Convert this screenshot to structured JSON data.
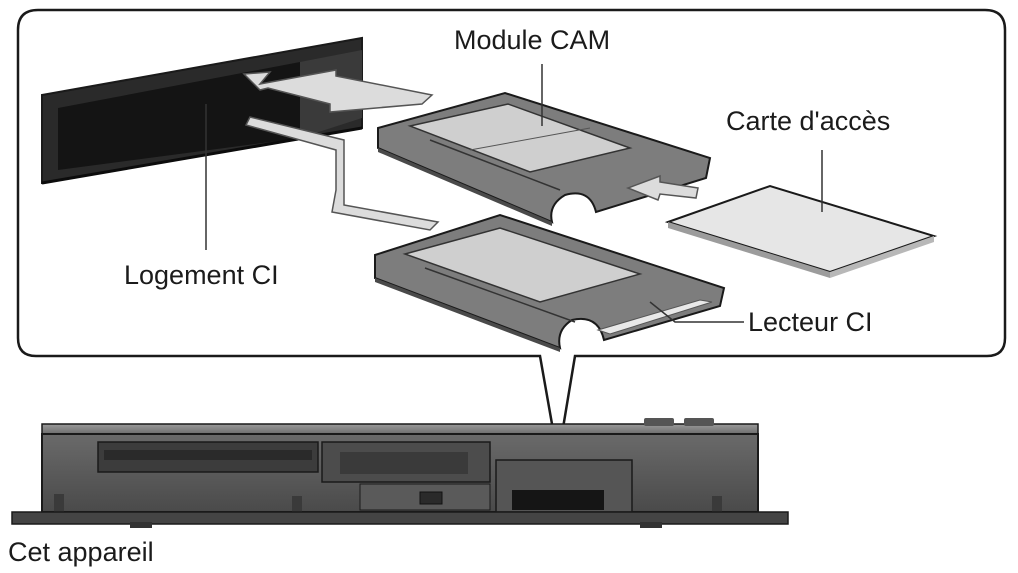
{
  "labels": {
    "cam_module": "Module CAM",
    "access_card": "Carte d'accès",
    "ci_slot": "Logement CI",
    "ci_reader": "Lecteur CI",
    "device": "Cet appareil"
  },
  "colors": {
    "outline": "#1a1a1a",
    "module_body": "#7d7d7d",
    "module_window": "#cfcfcf",
    "slot_dark": "#1f1f1f",
    "device_body": "#5a5a5a",
    "arrow_fill": "#dcdcdc"
  }
}
